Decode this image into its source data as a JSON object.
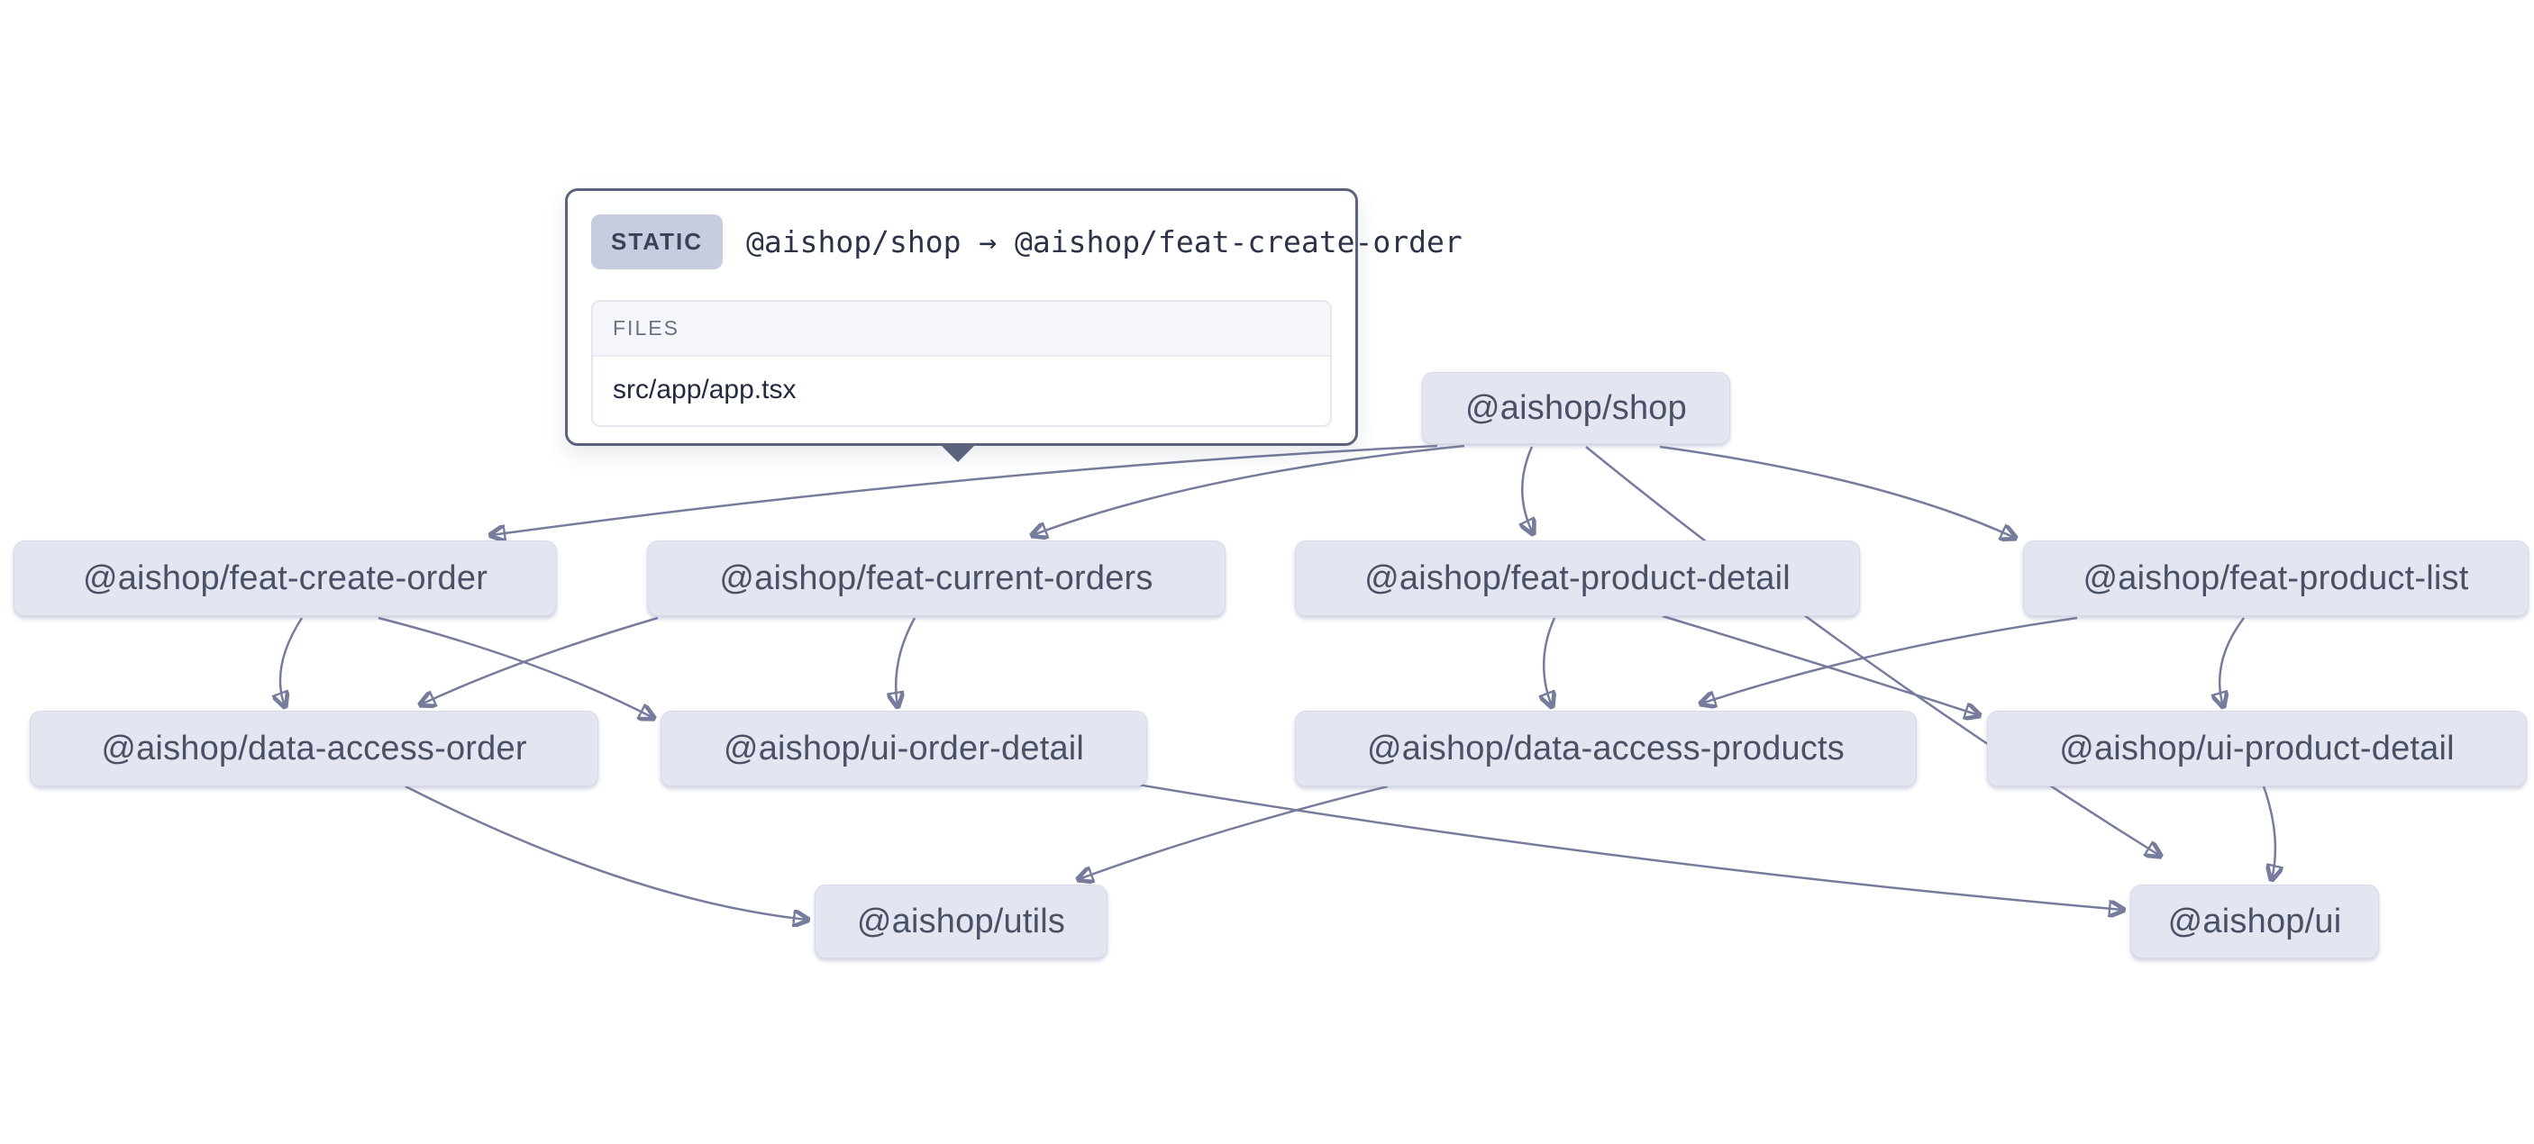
{
  "tooltip": {
    "badge": "STATIC",
    "edge_label": "@aishop/shop → @aishop/feat-create-order",
    "files_header": "FILES",
    "files": [
      "src/app/app.tsx"
    ]
  },
  "graph": {
    "nodes": [
      {
        "id": "shop",
        "label": "@aishop/shop"
      },
      {
        "id": "feat-create-order",
        "label": "@aishop/feat-create-order"
      },
      {
        "id": "feat-current-orders",
        "label": "@aishop/feat-current-orders"
      },
      {
        "id": "feat-product-detail",
        "label": "@aishop/feat-product-detail"
      },
      {
        "id": "feat-product-list",
        "label": "@aishop/feat-product-list"
      },
      {
        "id": "data-access-order",
        "label": "@aishop/data-access-order"
      },
      {
        "id": "ui-order-detail",
        "label": "@aishop/ui-order-detail"
      },
      {
        "id": "data-access-products",
        "label": "@aishop/data-access-products"
      },
      {
        "id": "ui-product-detail",
        "label": "@aishop/ui-product-detail"
      },
      {
        "id": "utils",
        "label": "@aishop/utils"
      },
      {
        "id": "ui",
        "label": "@aishop/ui"
      }
    ],
    "edges": [
      {
        "from": "shop",
        "to": "feat-create-order"
      },
      {
        "from": "shop",
        "to": "feat-current-orders"
      },
      {
        "from": "shop",
        "to": "feat-product-detail"
      },
      {
        "from": "shop",
        "to": "feat-product-list"
      },
      {
        "from": "shop",
        "to": "ui"
      },
      {
        "from": "feat-create-order",
        "to": "data-access-order"
      },
      {
        "from": "feat-create-order",
        "to": "ui-order-detail"
      },
      {
        "from": "feat-current-orders",
        "to": "data-access-order"
      },
      {
        "from": "feat-current-orders",
        "to": "ui-order-detail"
      },
      {
        "from": "feat-product-detail",
        "to": "data-access-products"
      },
      {
        "from": "feat-product-detail",
        "to": "ui-product-detail"
      },
      {
        "from": "feat-product-list",
        "to": "data-access-products"
      },
      {
        "from": "feat-product-list",
        "to": "ui-product-detail"
      },
      {
        "from": "data-access-order",
        "to": "utils"
      },
      {
        "from": "data-access-products",
        "to": "utils"
      },
      {
        "from": "ui-order-detail",
        "to": "ui"
      },
      {
        "from": "ui-product-detail",
        "to": "ui"
      }
    ],
    "colors": {
      "background": "#ffffff",
      "node_fill": "#e3e6f1",
      "node_text": "#4a5166",
      "edge_stroke": "#767c9c",
      "arrow_fill": "#5c6380",
      "tooltip_border": "#5b627b",
      "badge_bg": "#c7ccdf",
      "files_header_bg": "#f5f6fa"
    }
  }
}
